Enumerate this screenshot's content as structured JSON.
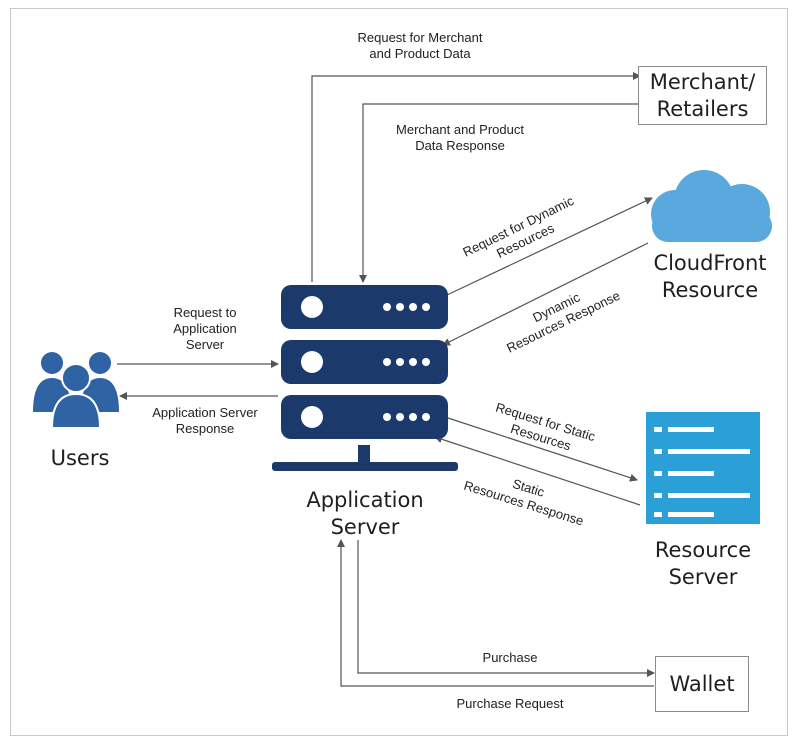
{
  "nodes": {
    "merchant": "Merchant/\nRetailers",
    "cloudfront": "CloudFront\nResource",
    "app_server": "Application\nServer",
    "users": "Users",
    "resource_server": "Resource\nServer",
    "wallet": "Wallet"
  },
  "edges": {
    "req_merchant": "Request for Merchant\nand Product Data",
    "resp_merchant": "Merchant and Product\nData Response",
    "req_dynamic": "Request for Dynamic\nResources",
    "resp_dynamic": "Dynamic\nResources Response",
    "req_app": "Request to\nApplication\nServer",
    "resp_app": "Application Server\nResponse",
    "req_static": "Request for Static\nResources",
    "resp_static": "Static\nResources Response",
    "purchase": "Purchase",
    "purchase_request": "Purchase Request"
  },
  "colors": {
    "server_dark": "#1b3a6b",
    "users_blue": "#2f63a3",
    "cloud_blue": "#5aa9de",
    "resource_blue": "#2b9fd8",
    "line": "#555555"
  },
  "icons": {
    "users": "users-group-icon",
    "app_server": "server-rack-icon",
    "cloudfront": "cloud-icon",
    "resource_server": "server-stack-icon"
  }
}
